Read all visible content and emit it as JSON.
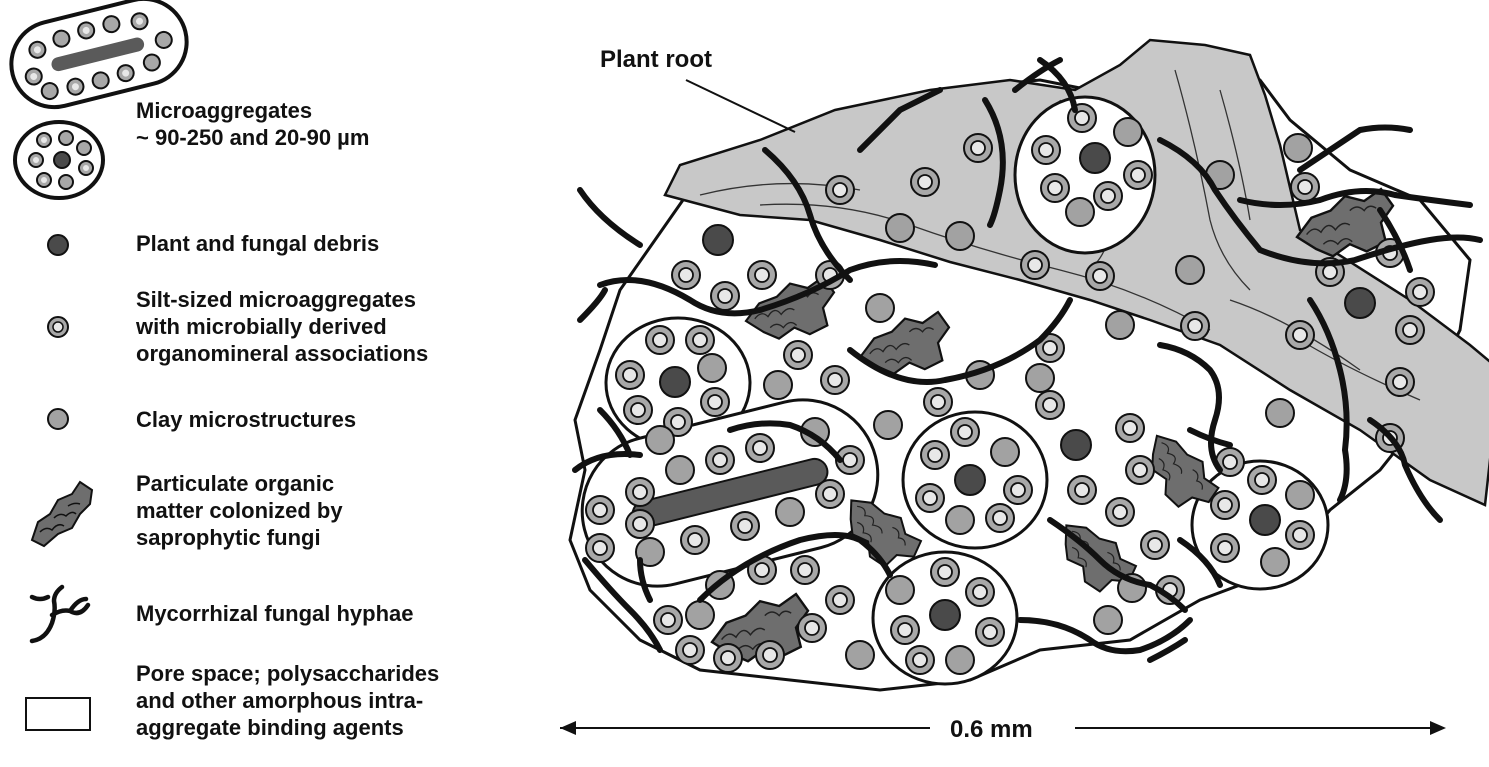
{
  "legend": {
    "microaggregates": "Microaggregates\n~ 90-250 and 20-90 µm",
    "debris": "Plant and fungal debris",
    "silt": "Silt-sized microaggregates\nwith microbially derived\norganomineral associations",
    "clay": "Clay microstructures",
    "pom": "Particulate organic\nmatter colonized by\nsaprophytic fungi",
    "hyphae": "Mycorrhizal fungal hyphae",
    "pore": "Pore space; polysaccharides\nand other amorphous intra-\naggregate binding agents"
  },
  "diagram": {
    "root_label": "Plant root",
    "scale_label": "0.6 mm"
  },
  "colors": {
    "root_fill": "#c8c8c8",
    "clay": "#a2a2a2",
    "debris": "#4a4a4a",
    "silt_outer": "#a8a8a8",
    "silt_inner": "#e8e8e8",
    "pom": "#6e6e6e",
    "line": "#111111"
  }
}
